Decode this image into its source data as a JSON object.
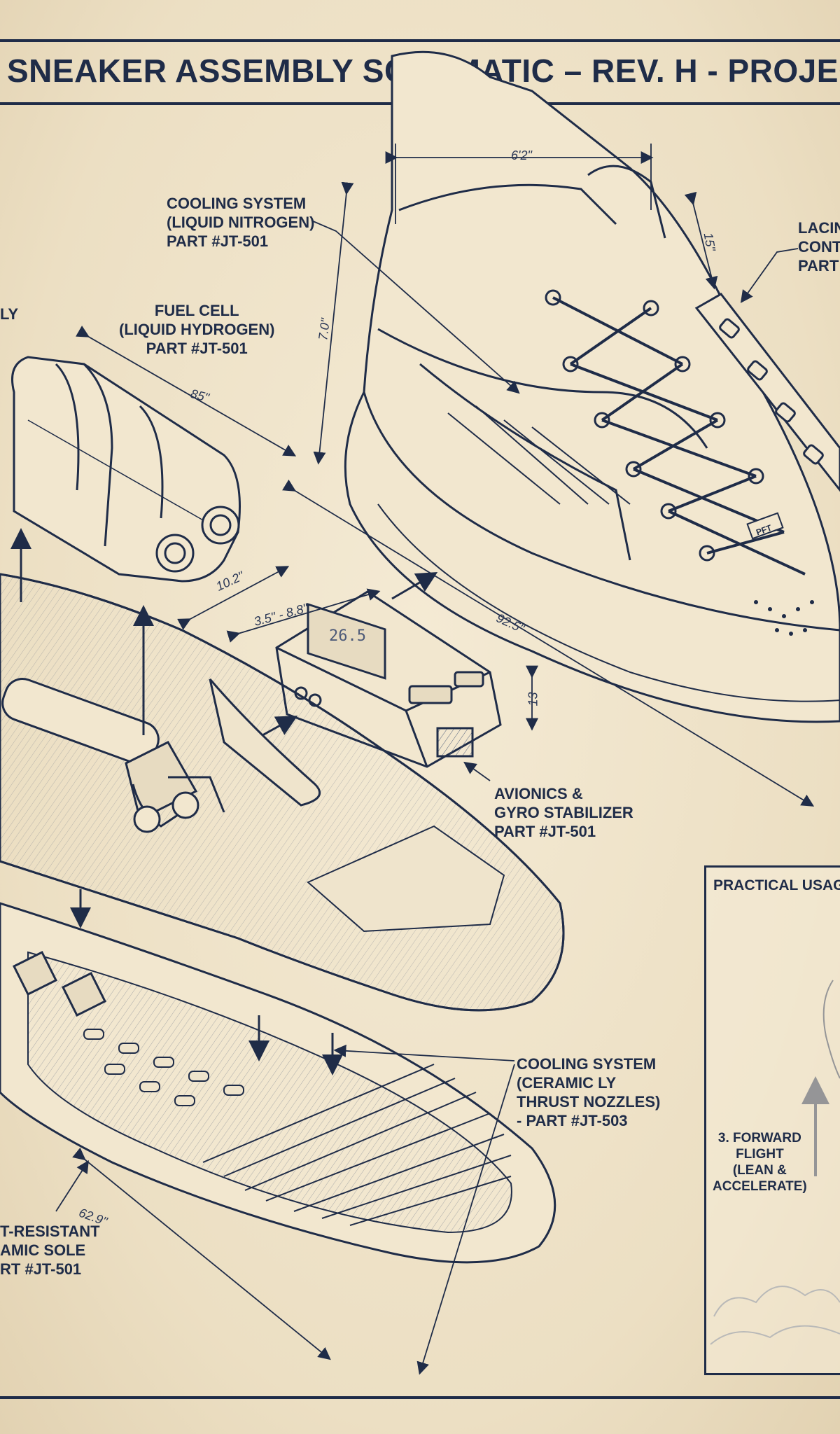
{
  "title": "SNEAKER ASSEMBLY SCHEMATIC – REV. H - PROJECT: “",
  "labels": {
    "cooling_nitrogen": [
      "COOLING SYSTEM",
      "(LIQUID NITROGEN)",
      "PART #JT-501"
    ],
    "fuel_cell": [
      "FUEL CELL",
      "(LIQUID HYDROGEN)",
      "PART #JT-501"
    ],
    "left_cut": "LY",
    "lacing": [
      "LACIN",
      "CONT",
      "PART"
    ],
    "avionics": [
      "AVIONICS &",
      "GYRO STABILIZER",
      "PART #JT-501"
    ],
    "cooling_ceramic": [
      "COOLING SYSTEM",
      "(CERAMIC LY",
      "THRUST NOZZLES)",
      "- PART #JT-503"
    ],
    "sole": [
      "T-RESISTANT",
      "AMIC SOLE",
      "RT #JT-501"
    ],
    "forward_flight": [
      "3. FORWARD",
      "FLIGHT",
      "(LEAN &",
      "ACCELERATE)"
    ]
  },
  "dimensions": {
    "top_width": "6'2\"",
    "collar": "15\"",
    "height": "7.0\"",
    "fuel_len": "85\"",
    "fuel_gap": "10.2\"",
    "avionics_w": "3.5\" - 8.8\"",
    "diag": "92.5\"",
    "avionics_h": "13",
    "sole_len": "62.9\""
  },
  "avionics_display": "26.5",
  "lace_tag": "PFT",
  "usage_panel": {
    "title": "PRACTICAL USAGE"
  },
  "colors": {
    "ink": "#1f2c48",
    "paper": "#efe4cc"
  }
}
